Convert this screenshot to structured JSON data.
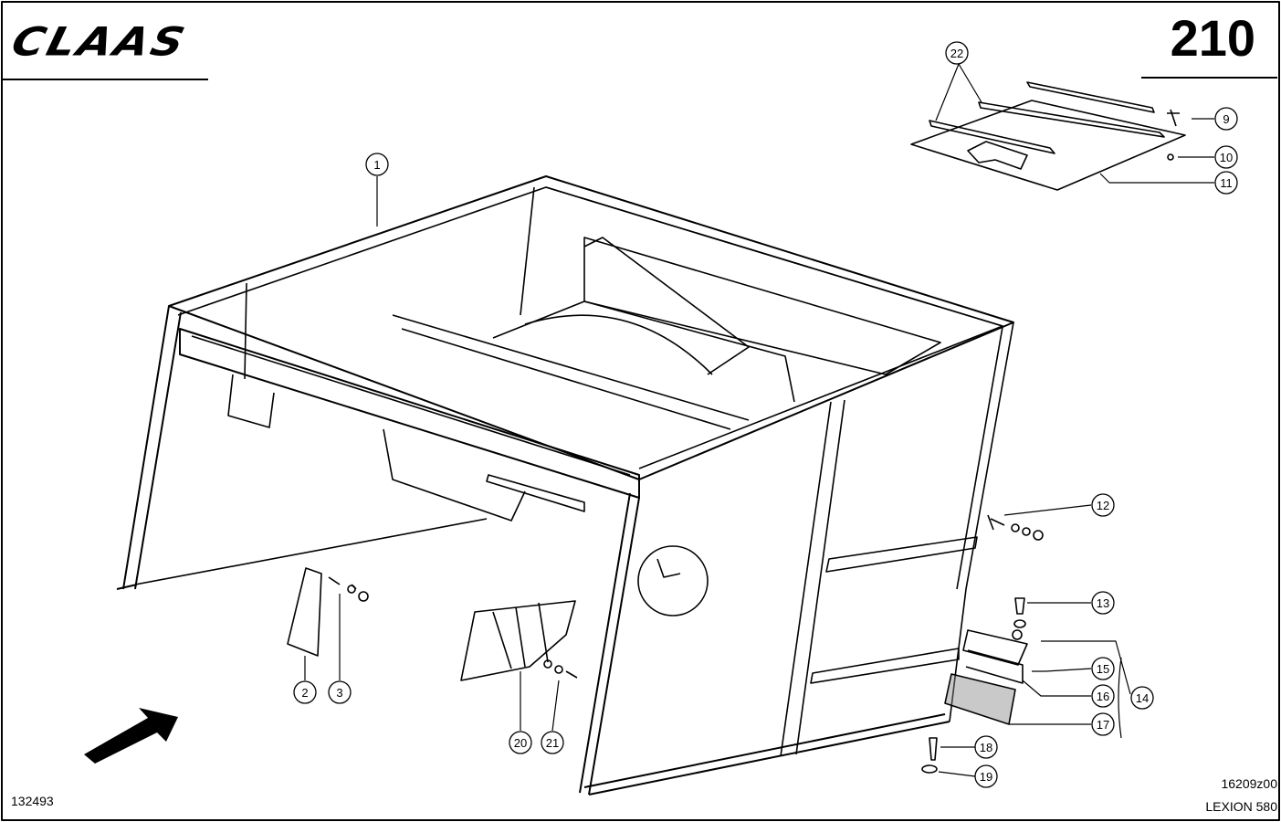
{
  "header": {
    "brand_logo": "CLAAS",
    "page_number": "210"
  },
  "footer": {
    "left_id": "132493",
    "drawing_code": "16209z00",
    "model": "LEXION 580"
  },
  "callouts": [
    "1",
    "2",
    "3",
    "9",
    "10",
    "11",
    "12",
    "13",
    "14",
    "15",
    "16",
    "17",
    "18",
    "19",
    "20",
    "21",
    "22"
  ],
  "icons": {
    "direction_arrow": "travel-direction-arrow-icon"
  }
}
